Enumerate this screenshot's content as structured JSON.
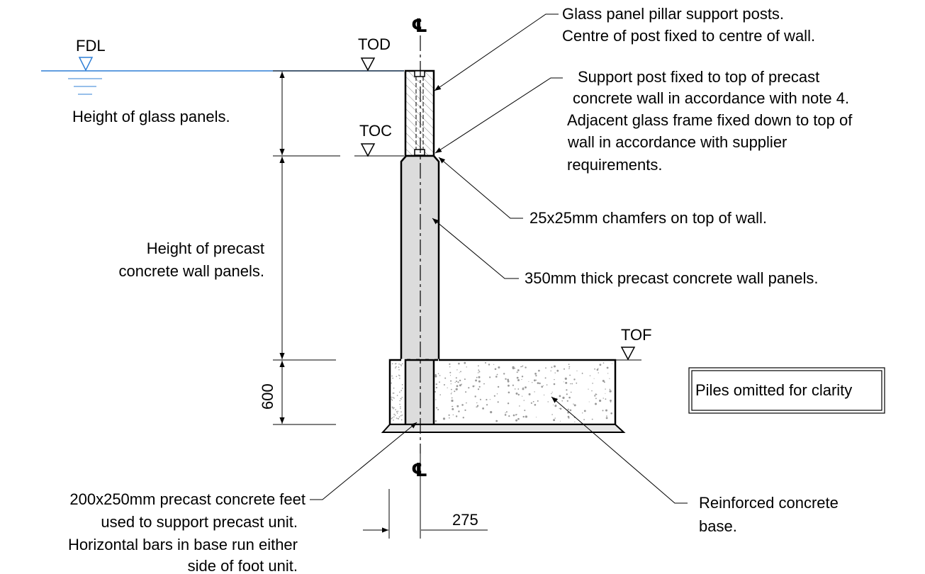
{
  "levels": {
    "fdl": "FDL",
    "tod": "TOD",
    "toc": "TOC",
    "tof": "TOF"
  },
  "centreline": "℄",
  "dimensions": {
    "base_depth": "600",
    "offset": "275"
  },
  "left_labels": {
    "glass_height": "Height of glass panels.",
    "wall_height": [
      "Height of precast",
      "concrete wall panels."
    ],
    "feet": [
      "200x250mm precast concrete feet",
      "used to support precast unit.",
      "Horizontal bars in base run either",
      "side of foot unit."
    ]
  },
  "right_labels": {
    "posts": [
      "Glass panel pillar support posts.",
      "Centre of post fixed to centre of wall."
    ],
    "fixing": [
      "Support post fixed to top of precast",
      "concrete wall in accordance with note 4.",
      "Adjacent glass frame fixed down to top of",
      "wall in accordance with supplier",
      "requirements."
    ],
    "chamfer": "25x25mm chamfers on top of wall.",
    "wall": "350mm thick precast concrete wall panels.",
    "base": [
      "Reinforced concrete",
      "base."
    ]
  },
  "note_box": "Piles omitted for clarity",
  "colors": {
    "water_line": "#2f7fd6",
    "wall_fill": "#dcdcdc",
    "line": "#000000"
  }
}
